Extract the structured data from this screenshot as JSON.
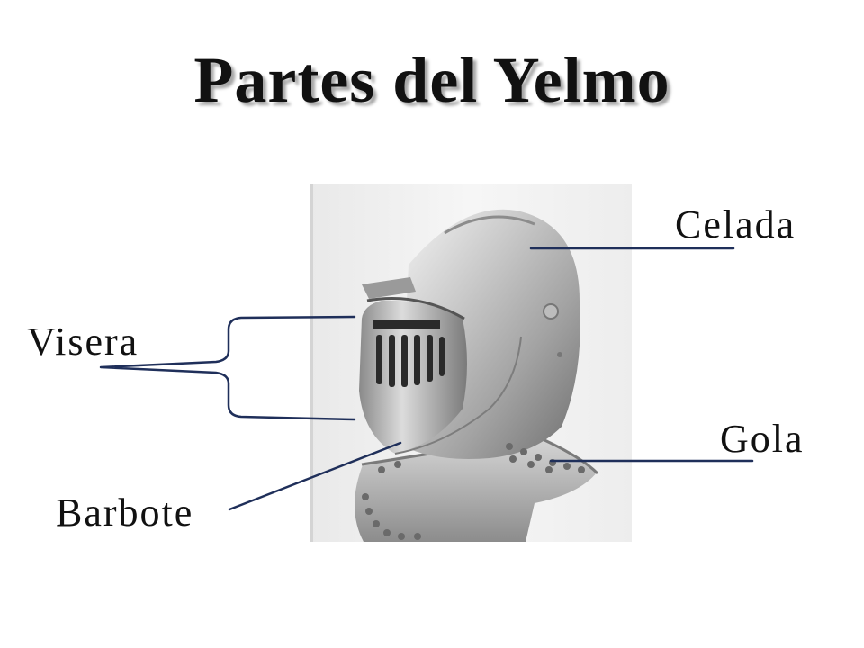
{
  "title": "Partes del Yelmo",
  "labels": {
    "celada": "Celada",
    "visera": "Visera",
    "gola": "Gola",
    "barbote": "Barbote"
  },
  "colors": {
    "leader_line": "#1f2f5a",
    "title_text": "#111111"
  }
}
